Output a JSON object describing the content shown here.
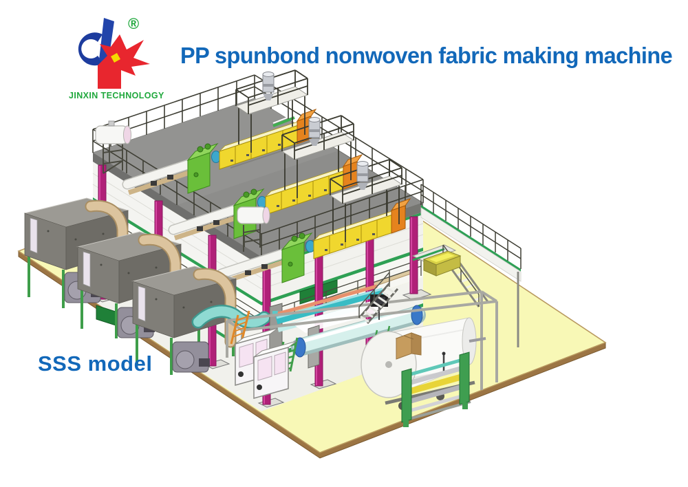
{
  "header": {
    "title": "PP spunbond nonwoven fabric making machine"
  },
  "caption": {
    "model_label": "SSS model"
  },
  "logo": {
    "company": "JINXIN TECHNOLOGY",
    "registered_mark": "®"
  },
  "palette": {
    "title_blue": "#1268b9",
    "logo_green": "#1fa83c",
    "logo_red": "#e8262e",
    "logo_blue": "#1d3c9e",
    "logo_yellow": "#f5d800",
    "floor_yellow": "#f8f8b6",
    "floor_edge_tan": "#a97e4e",
    "deck_gray": "#8d8d8b",
    "railing_dark": "#3e3e34",
    "column_magenta": "#b02078",
    "stripe_green": "#2ea055",
    "extruder_yellow": "#f0d72e",
    "pump_green": "#6abf3a",
    "duct_tan": "#dcc49e",
    "cabinet_gray": "#807e78",
    "pipe_teal": "#8fdad2",
    "roller_cyan": "#38bcc4",
    "slitter_green": "#3f9e50",
    "bin_yellow": "#f4f060",
    "box_cardboard": "#c69c5e",
    "orange_box": "#e5831e"
  },
  "illustration": {
    "parts": [
      "elevated spin platform",
      "extruder lines x3",
      "hopper feeders",
      "filter cabinets with blowers",
      "support columns",
      "calender rollers",
      "chillers",
      "fabric winder roll",
      "slitting machine",
      "gantry frame",
      "stairs and ladders",
      "floor slab"
    ]
  }
}
